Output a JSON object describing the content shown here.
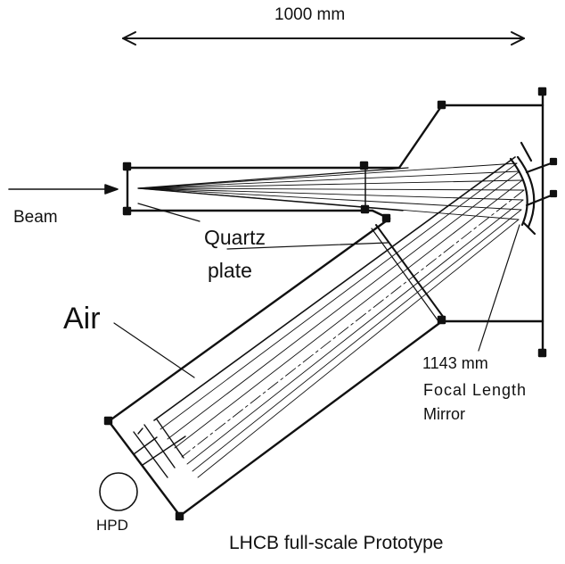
{
  "labels": {
    "dimension": "1000 mm",
    "beam": "Beam",
    "quartz_line1": "Quartz",
    "quartz_line2": "plate",
    "air": "Air",
    "focal_line1": "1143 mm",
    "focal_line2": "Focal Length",
    "focal_line3": "Mirror",
    "hpd": "HPD",
    "caption": "LHCB full-scale Prototype"
  },
  "colors": {
    "ink": "#111111",
    "background": "#ffffff"
  }
}
